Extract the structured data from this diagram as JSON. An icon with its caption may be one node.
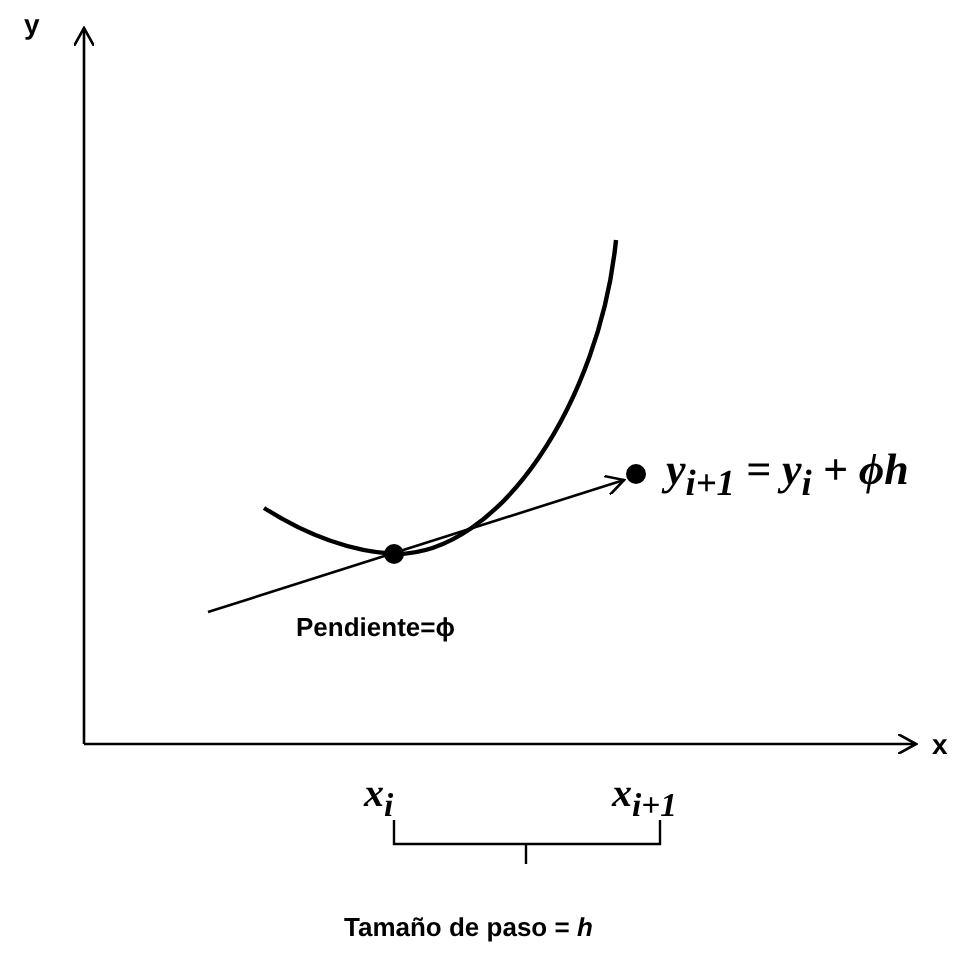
{
  "diagram": {
    "labels": [
      "y",
      "x",
      "y$_{i+1}$ = y$_{i}$ + ϕh",
      "Pendiente=ϕ",
      "x$_{i}$",
      "x$_{i+1}$",
      "Tamaño de paso = *h*"
    ]
  }
}
